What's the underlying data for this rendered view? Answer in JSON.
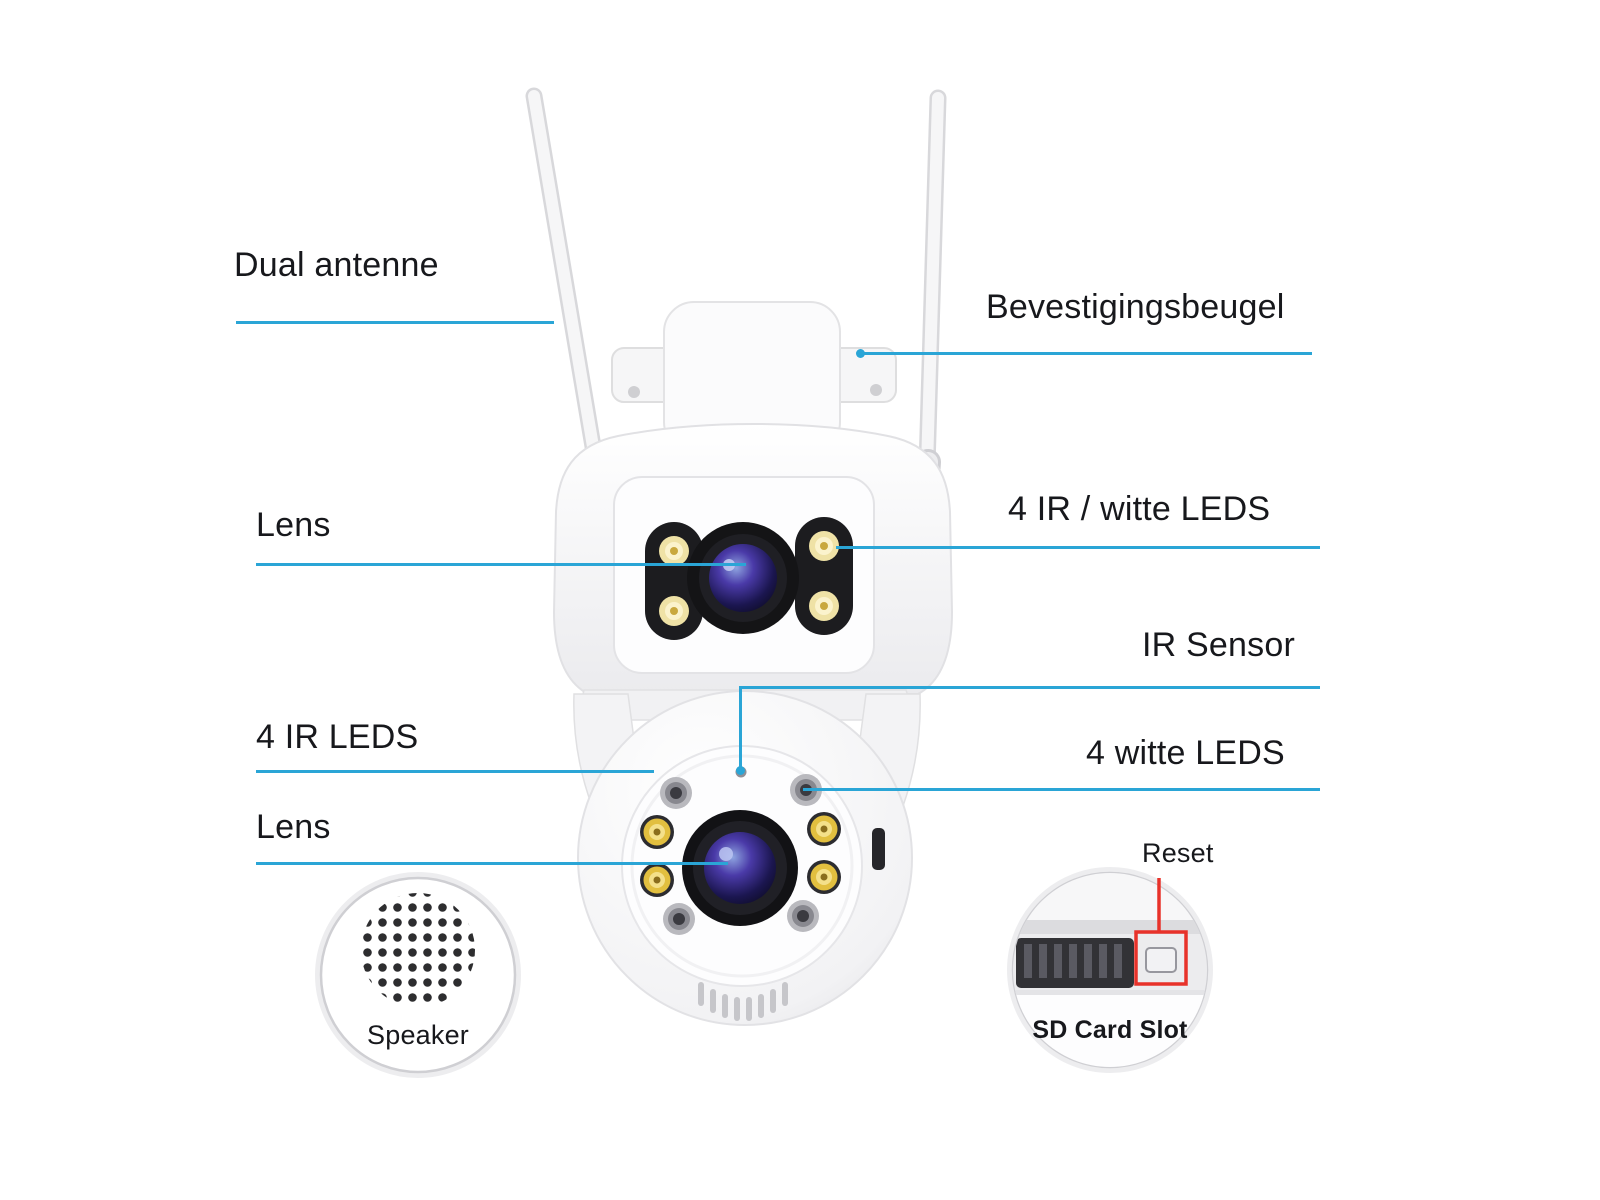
{
  "diagram": {
    "colors": {
      "callout_line": "#2aa5d6",
      "reset_marker": "#e8322a",
      "label_text": "#17181c"
    },
    "callouts": {
      "dual_antenne": "Dual antenne",
      "bevestigingsbeugel": "Bevestigingsbeugel",
      "lens_top": "Lens",
      "ir_witte_leds": "4 IR / witte LEDS",
      "ir_sensor": "IR Sensor",
      "ir_leds": "4 IR LEDS",
      "witte_leds": "4 witte LEDS",
      "lens_bottom": "Lens"
    },
    "insets": {
      "speaker": "Speaker",
      "reset": "Reset",
      "sd_card_slot": "SD Card Slot"
    }
  }
}
